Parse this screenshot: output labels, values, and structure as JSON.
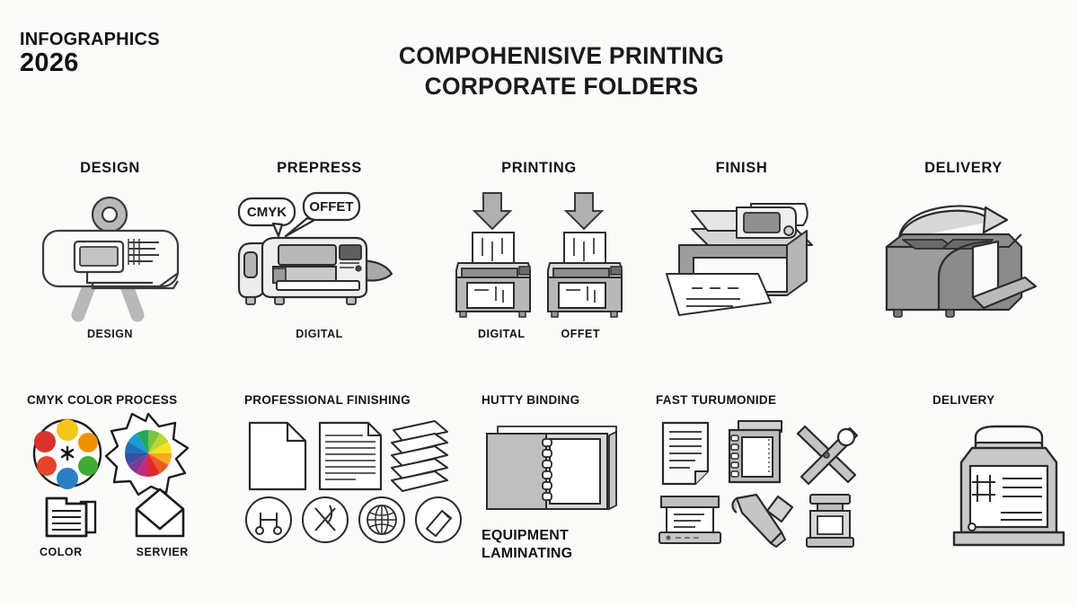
{
  "brand": {
    "label": "INFOGRAPHICS",
    "year": "2026"
  },
  "title": {
    "line1": "COMPOHENISIVE PRINTING",
    "line2": "CORPORATE FOLDERS"
  },
  "steps": [
    {
      "id": "design",
      "title": "DESIGN",
      "caption": "DESIGN",
      "icon": "designer-at-monitor-icon"
    },
    {
      "id": "prepress",
      "title": "PREPRESS",
      "caption": "DIGITAL",
      "icon": "press-machine-icon",
      "bubbles": [
        "CMYK",
        "OFFET"
      ]
    },
    {
      "id": "printing",
      "title": "PRINTING",
      "captions": [
        "DIGITAL",
        "OFFET"
      ],
      "icon": "twin-printers-icon"
    },
    {
      "id": "finish",
      "title": "FINISH",
      "caption": "",
      "icon": "finishing-printer-icon"
    },
    {
      "id": "delivery",
      "title": "DELIVERY",
      "caption": "",
      "icon": "delivery-printer-icon"
    }
  ],
  "sections": [
    {
      "id": "cmyk-color-process",
      "title": "CMYK COLOR PROCESS",
      "labels": [
        "COLOR",
        "SERVIER"
      ],
      "palette": {
        "yellow": "#f5c518",
        "orange": "#f29100",
        "green": "#3faa35",
        "blue": "#2a7fc4",
        "red_orange": "#e8422a",
        "red": "#d9342b",
        "center_mark": "#111111"
      }
    },
    {
      "id": "professional-finishing",
      "title": "PROFESSIONAL FINISHING",
      "icons": [
        "blank-page-icon",
        "lined-document-icon",
        "paper-stack-icon",
        "binding-tool-icon",
        "scissors-icon",
        "globe-icon",
        "marker-pen-icon"
      ]
    },
    {
      "id": "hutty-binding",
      "title": "HUTTY BINDING",
      "caption_line1": "EQUIPMENT",
      "caption_line2": "LAMINATING",
      "icon": "spiral-notebook-icon"
    },
    {
      "id": "fast-turumonide",
      "title": "FAST TURUMONIDE",
      "icons": [
        "document-icon",
        "spiral-booklet-icon",
        "crossed-tools-icon",
        "laminator-icon",
        "roller-squeegee-icon",
        "cutting-press-icon"
      ]
    },
    {
      "id": "delivery-bottom",
      "title": "DELIVERY",
      "icon": "delivery-case-icon"
    }
  ],
  "colors": {
    "background": "#fbfbfa",
    "ink": "#1a1a1a",
    "light_gray": "#e8e8e8",
    "mid_gray": "#b8b8b8",
    "dark_gray": "#8a8a8a",
    "deep_gray": "#6f6f6f"
  }
}
